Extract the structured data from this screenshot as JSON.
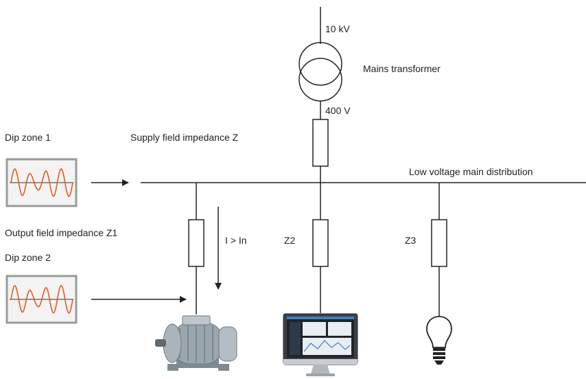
{
  "labels": {
    "hv": "10 kV",
    "transformer": "Mains transformer",
    "lv": "400 V",
    "dip_zone_1": "Dip zone 1",
    "supply_impedance": "Supply field impedance Z",
    "main_distribution": "Low voltage main distribution",
    "output_impedance": "Output field impedance Z1",
    "dip_zone_2": "Dip zone 2",
    "current": "I > In",
    "z2": "Z2",
    "z3": "Z3"
  },
  "colors": {
    "line": "#222222",
    "wave": "#e8581f",
    "scope_frame": "#9a9a9a",
    "scope_fill": "#f3f3f3"
  },
  "icons": {
    "transformer": "transformer-symbol",
    "scope": "waveform-scope-icon",
    "motor": "electric-motor-icon",
    "monitor": "computer-monitor-icon",
    "bulb": "light-bulb-icon"
  }
}
